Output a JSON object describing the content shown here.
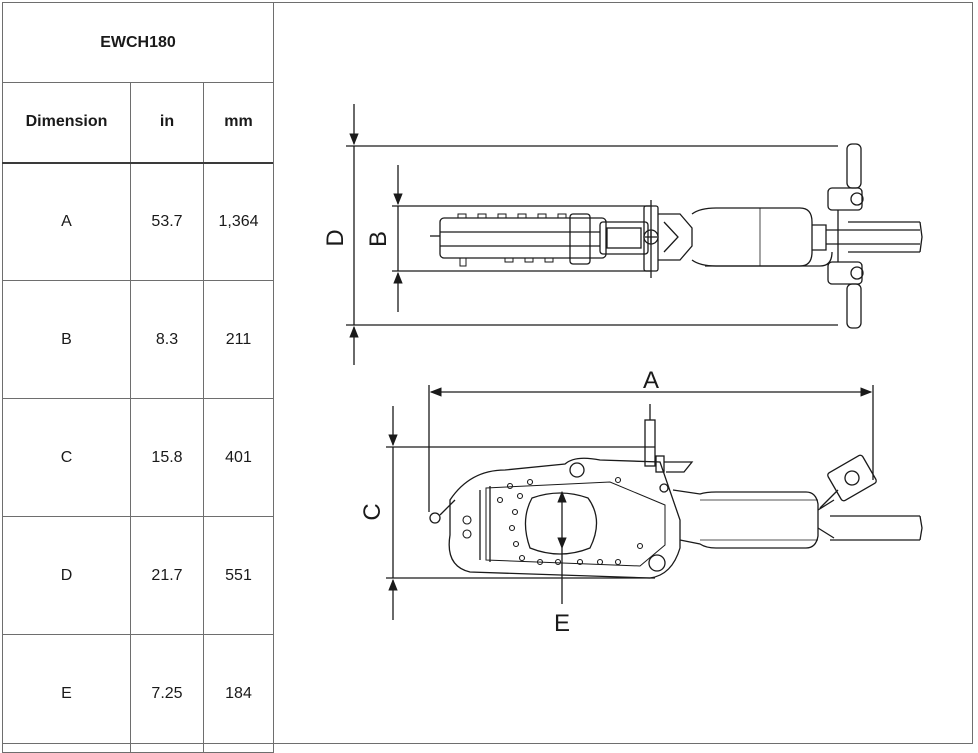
{
  "table": {
    "model": "EWCH180",
    "headers": [
      "Dimension",
      "in",
      "mm"
    ],
    "rows": [
      {
        "dim": "A",
        "in": "53.7",
        "mm": "1,364"
      },
      {
        "dim": "B",
        "in": "8.3",
        "mm": "211"
      },
      {
        "dim": "C",
        "in": "15.8",
        "mm": "401"
      },
      {
        "dim": "D",
        "in": "21.7",
        "mm": "551"
      },
      {
        "dim": "E",
        "in": "7.25",
        "mm": "184"
      }
    ]
  },
  "drawing": {
    "labels": {
      "A": "A",
      "B": "B",
      "C": "C",
      "D": "D",
      "E": "E"
    }
  }
}
